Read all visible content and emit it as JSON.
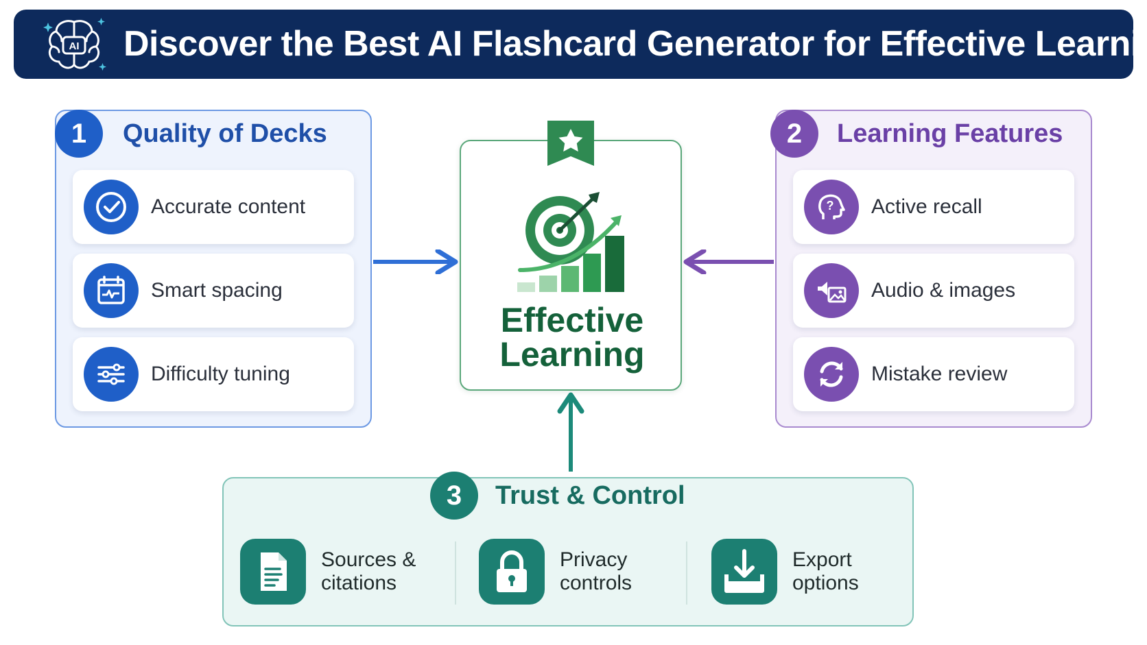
{
  "header": {
    "title": "Discover the Best AI Flashcard Generator for Effective Learning",
    "logo_text": "AI",
    "logo_icon": "brain-ai-icon",
    "bg_color": "#0d2a5c"
  },
  "left_panel": {
    "number": "1",
    "title": "Quality of Decks",
    "accent": "#1f5fc8",
    "items": [
      {
        "label": "Accurate content",
        "icon": "check-circle-icon"
      },
      {
        "label": "Smart spacing",
        "icon": "calendar-pulse-icon"
      },
      {
        "label": "Difficulty tuning",
        "icon": "sliders-icon"
      }
    ]
  },
  "right_panel": {
    "number": "2",
    "title": "Learning Features",
    "accent": "#7a4fb0",
    "items": [
      {
        "label": "Active recall",
        "icon": "head-question-icon"
      },
      {
        "label": "Audio & images",
        "icon": "audio-image-icon"
      },
      {
        "label": "Mistake review",
        "icon": "refresh-icon"
      }
    ]
  },
  "center": {
    "line1": "Effective",
    "line2": "Learning",
    "icon": "target-growth-icon",
    "badge_icon": "star-ribbon-icon",
    "accent": "#14613a"
  },
  "bottom_panel": {
    "number": "3",
    "title": "Trust & Control",
    "accent": "#1c7f72",
    "items": [
      {
        "line1": "Sources &",
        "line2": "citations",
        "icon": "document-icon"
      },
      {
        "line1": "Privacy",
        "line2": "controls",
        "icon": "lock-icon"
      },
      {
        "line1": "Export",
        "line2": "options",
        "icon": "download-icon"
      }
    ]
  }
}
